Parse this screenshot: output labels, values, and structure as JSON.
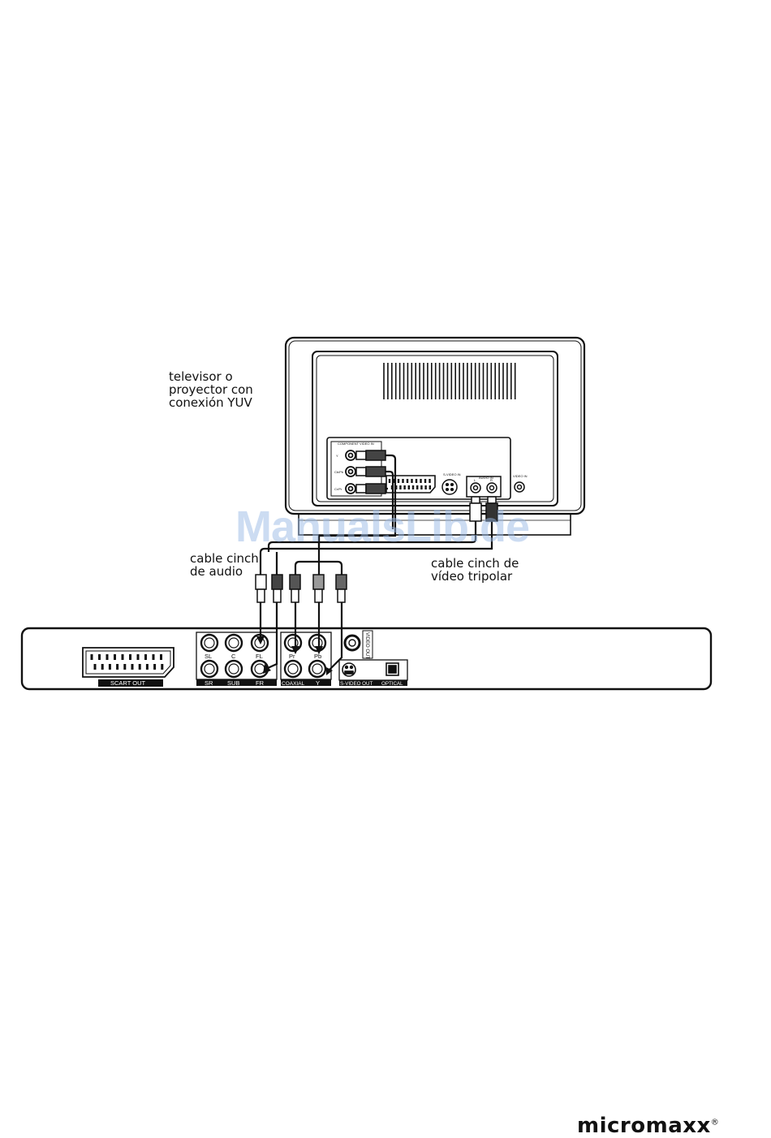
{
  "labels": {
    "tv": "televisor o\nproyector con\nconexión YUV",
    "audio_cable": "cable cinch\nde audio",
    "video_cable": "cable cinch de\nvídeo tripolar"
  },
  "tv_panel": {
    "component_title": "COMPONENT\nVIDEO IN",
    "jack_y": "Y",
    "jack_cb": "Cb/Pb",
    "jack_cr": "Cr/Pr",
    "svideo": "S-VIDEO\nIN",
    "audio_in": "AUDIO\nIN",
    "audio_l": "L",
    "audio_r": "R",
    "video_in": "VIDEO\nIN"
  },
  "player_panel": {
    "scart": "SCART OUT",
    "jack_sl": "SL",
    "jack_c": "C",
    "jack_fl": "FL",
    "jack_sr": "SR",
    "jack_sub": "SUB",
    "jack_fr": "FR",
    "jack_pr": "Pr",
    "jack_pb": "Pb",
    "coaxial": "COAXIAL",
    "jack_y": "Y",
    "video_out": "VIDEO OUT",
    "svideo_out": "S-VIDEO OUT",
    "optical": "OPTICAL"
  },
  "watermark": {
    "text": "ManualsLib.de",
    "color": "#9bbbe6"
  },
  "brand": {
    "name": "micromaxx",
    "mark": "®"
  }
}
